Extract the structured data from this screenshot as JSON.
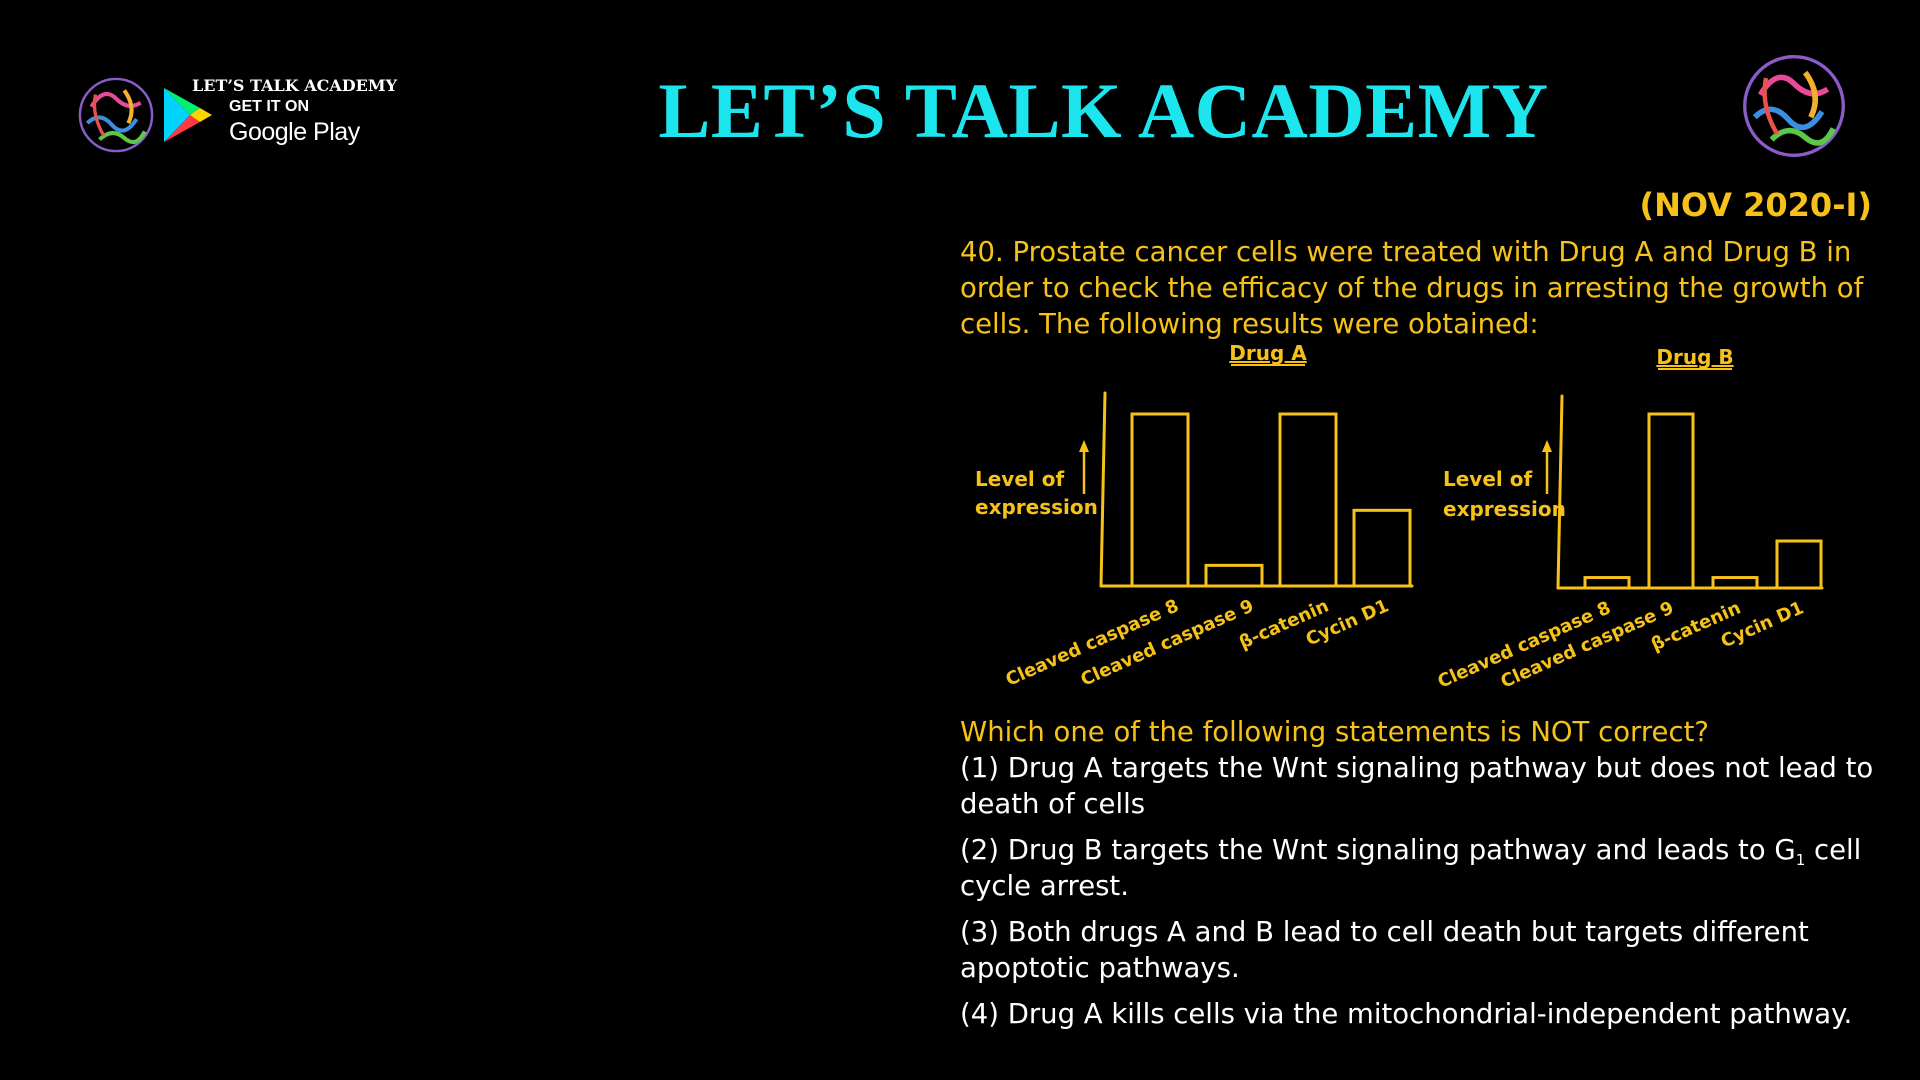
{
  "header": {
    "badge_academy": "LET’S TALK ACADEMY",
    "badge_get_it": "GET IT ON",
    "badge_store": "Google Play",
    "title": "LET’S TALK ACADEMY",
    "logo_icon": "protein-structure-logo",
    "store_icon": "google-play-icon"
  },
  "session": "(NOV 2020-I)",
  "question": {
    "stem_lines": [
      "40. Prostate cancer cells were treated with Drug A and Drug B in",
      "order to check the efficacy of the drugs in arresting the growth of",
      "cells. The following results were obtained:"
    ],
    "prompt": "Which one of the following statements is NOT correct?",
    "options": {
      "opt1_line1": "(1) Drug A targets the Wnt signaling pathway but does not lead to",
      "opt1_line2": "death of cells",
      "opt2_line1_pre": "(2) Drug B targets the Wnt signaling pathway and leads to G",
      "opt2_sub": "1",
      "opt2_line1_post": " cell",
      "opt2_line2": "cycle arrest.",
      "opt3_line1": "(3) Both drugs A and B lead to cell death but targets different",
      "opt3_line2": "apoptotic pathways.",
      "opt4": "(4) Drug A kills cells via the mitochondrial-independent pathway."
    }
  },
  "colors": {
    "title": "#1de5ee",
    "accent": "#f6c21a",
    "text": "#ffffff",
    "background": "#000000"
  },
  "chart_data": [
    {
      "type": "bar",
      "title": "Drug A",
      "ylabel_line1": "Level of",
      "ylabel_line2": "expression",
      "categories": [
        "Cleaved caspase 8",
        "Cleaved caspase 9",
        "β-catenin",
        "Cycin D1"
      ],
      "values": [
        100,
        12,
        100,
        44
      ],
      "grid": false
    },
    {
      "type": "bar",
      "title": "Drug B",
      "ylabel_line1": "Level of",
      "ylabel_line2": "expression",
      "categories": [
        "Cleaved caspase 8",
        "Cleaved caspase 9",
        "β-catenin",
        "Cycin D1"
      ],
      "values": [
        6,
        100,
        6,
        27
      ],
      "grid": false
    }
  ]
}
